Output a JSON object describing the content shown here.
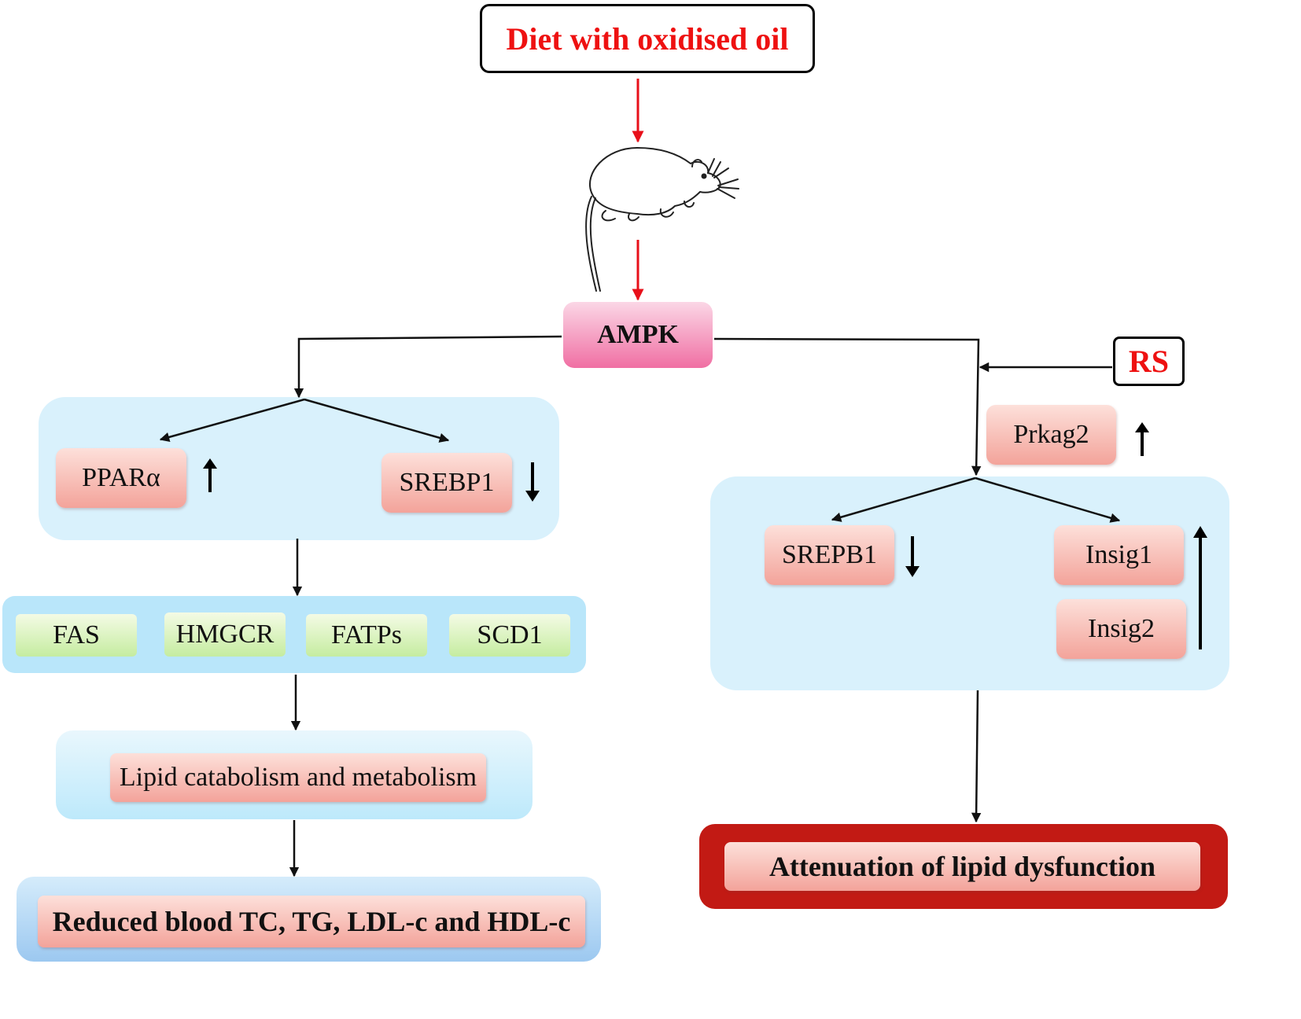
{
  "input": "Diet with oxidised oil",
  "hub": "AMPK",
  "treatment": "RS",
  "left": {
    "genes": [
      {
        "label": "PPARα",
        "change": "up"
      },
      {
        "label": "SREBP1",
        "change": "down"
      }
    ],
    "targets": [
      "FAS",
      "HMGCR",
      "FATPs",
      "SCD1"
    ],
    "process": "Lipid catabolism and metabolism",
    "outcome": "Reduced blood TC, TG, LDL-c and HDL-c"
  },
  "right": {
    "prkag": {
      "label": "Prkag2",
      "change": "up"
    },
    "genes": [
      {
        "label": "SREPB1",
        "change": "down"
      },
      {
        "label": "Insig1",
        "change": "up"
      },
      {
        "label": "Insig2",
        "change": "up"
      }
    ],
    "outcome": "Attenuation of lipid dysfunction"
  },
  "colors": {
    "input_text": "#ee1111",
    "red_arrow": "#e8101a",
    "panel": "#d9f1fc",
    "gene_box": "#f3a39a",
    "target_box": "#c5eca0",
    "ampk_box": "#f06fa3",
    "outcome_frame": "#c21a14"
  },
  "icons": {
    "animal": "rat-icon",
    "up": "up-arrow-icon",
    "down": "down-arrow-icon"
  }
}
